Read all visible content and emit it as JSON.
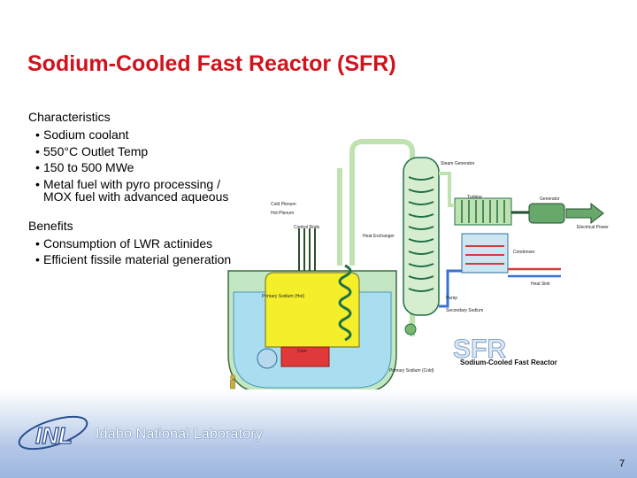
{
  "slide": {
    "title": "Sodium-Cooled Fast Reactor (SFR)",
    "page_number": "7"
  },
  "characteristics": {
    "heading": "Characteristics",
    "bullets": [
      "Sodium coolant",
      "550°C Outlet Temp",
      "150 to 500 MWe",
      "Metal fuel with pyro processing / MOX fuel with advanced aqueous"
    ]
  },
  "benefits": {
    "heading": "Benefits",
    "bullets": [
      "Consumption of LWR actinides",
      "Efficient fissile material generation"
    ]
  },
  "diagram": {
    "labels": {
      "steam_generator": "Steam Generator",
      "turbine": "Turbine",
      "generator": "Generator",
      "electrical_power": "Electrical Power",
      "cold_plenum": "Cold Plenum",
      "hot_plenum": "Hot Plenum",
      "control_rods": "Control Rods",
      "heat_exchanger": "Heat Exchanger",
      "condenser": "Condenser",
      "heat_sink": "Heat Sink",
      "primary_sodium_hot": "Primary Sodium (Hot)",
      "pump": "Pump",
      "secondary_sodium": "Secondary Sodium",
      "core": "Core",
      "primary_sodium_cold": "Primary Sodium (Cold)",
      "sfr_logo": "SFR",
      "sfr_caption": "Sodium-Cooled Fast Reactor"
    },
    "colors": {
      "sodium_hot": "#f4ef2a",
      "sodium_cold": "#a9ddf0",
      "pipe_green": "#bfe3b0",
      "core_red": "#e0393a",
      "hot_line": "#d63a3a",
      "cold_line": "#3a6fd6"
    }
  },
  "footer": {
    "logo_mark": "INL",
    "lab_name": "Idaho National Laboratory"
  }
}
